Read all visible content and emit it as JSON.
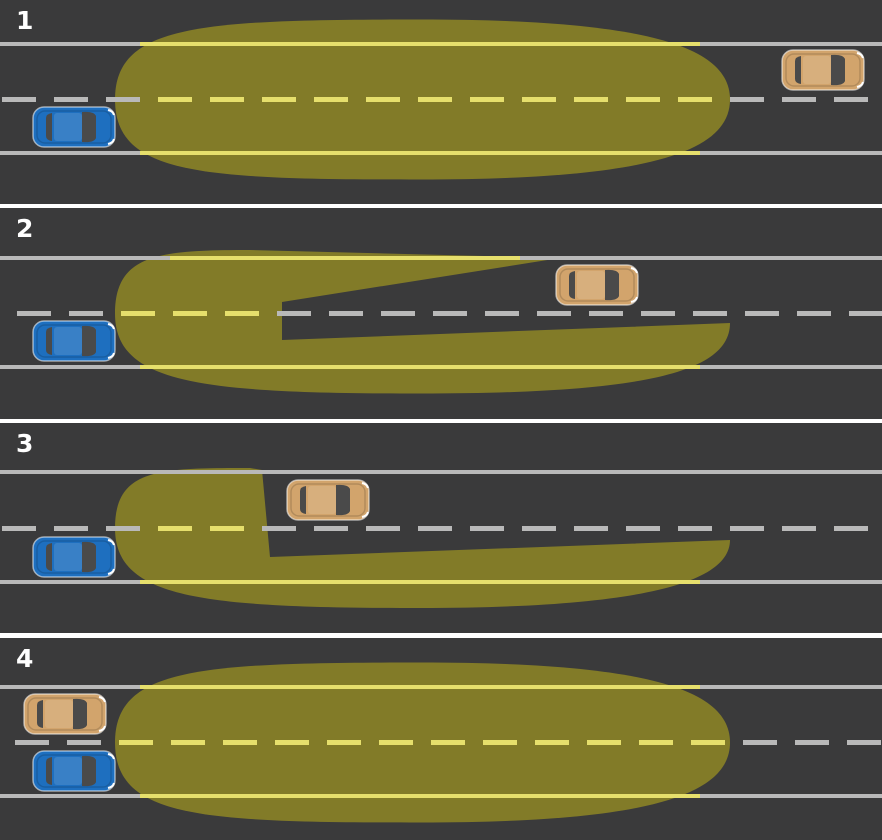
{
  "colors": {
    "road": "#3a3a3b",
    "separator": "#ffffff",
    "lane_line": "#b9b9b9",
    "lane_line_lit": "#e6df6c",
    "beam": "#c9bc16",
    "own_car": "#1e6fbf",
    "other_car": "#d2a46c",
    "glass": "#4a4a4a"
  },
  "panels": [
    {
      "label": "1",
      "beam_shape": "full-oval",
      "own_car": {
        "icon": "blue-car-icon"
      },
      "other_car": {
        "icon": "tan-car-icon",
        "lane": "left",
        "position": "far-ahead"
      }
    },
    {
      "label": "2",
      "beam_shape": "oval-notched-at-oncoming-car",
      "own_car": {
        "icon": "blue-car-icon"
      },
      "other_car": {
        "icon": "tan-car-icon",
        "lane": "left",
        "position": "ahead"
      }
    },
    {
      "label": "3",
      "beam_shape": "oval-notched-at-oncoming-car",
      "own_car": {
        "icon": "blue-car-icon"
      },
      "other_car": {
        "icon": "tan-car-icon",
        "lane": "left",
        "position": "near"
      }
    },
    {
      "label": "4",
      "beam_shape": "full-oval",
      "own_car": {
        "icon": "blue-car-icon"
      },
      "other_car": {
        "icon": "tan-car-icon",
        "lane": "left",
        "position": "alongside"
      }
    }
  ]
}
